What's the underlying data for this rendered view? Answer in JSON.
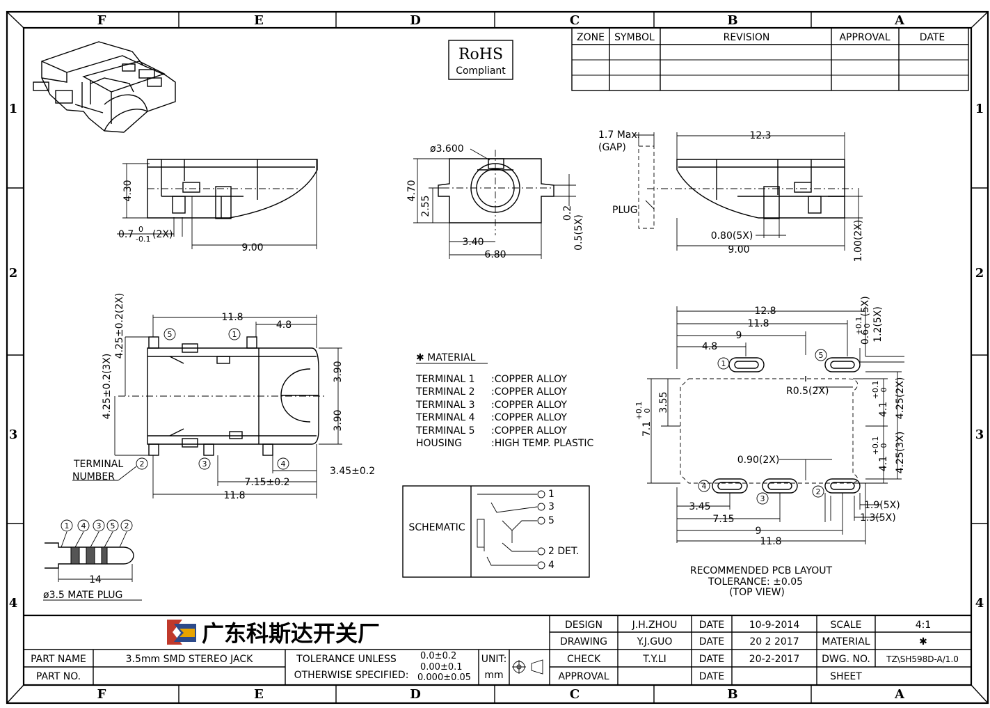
{
  "zones": {
    "columns": [
      "F",
      "E",
      "D",
      "C",
      "B",
      "A"
    ],
    "rows": [
      "1",
      "2",
      "3",
      "4"
    ]
  },
  "revision_table": {
    "headers": [
      "ZONE",
      "SYMBOL",
      "REVISION",
      "APPROVAL",
      "DATE"
    ]
  },
  "rohs": {
    "line1": "RoHS",
    "line2": "Compliant"
  },
  "side_view": {
    "height": "4.30",
    "tab": "0.7",
    "tab_tol_upper": "0",
    "tab_tol_lower": "-0.1",
    "tab_count": "(2X)",
    "length": "9.00"
  },
  "front_view": {
    "diameter": "ø3.600",
    "height": "4.70",
    "center_height": "2.55",
    "half_width": "3.40",
    "width": "6.80",
    "pin_thick": "0.2",
    "pin_pitch": "0.5(5X)"
  },
  "right_view": {
    "gap_label1": "1.7 Max.",
    "gap_label2": "(GAP)",
    "plug": "PLUG",
    "width": "12.3",
    "pin_width": "0.80(5X)",
    "length": "9.00",
    "pin_len": "1.00(2X)"
  },
  "top_view": {
    "width": "11.8",
    "offset": "4.8",
    "dim1": "4.25±0.2(2X)",
    "dim2": "4.25±0.2(3X)",
    "half_up": "3.90",
    "half_down": "3.90",
    "terminal_label1": "TERMINAL",
    "terminal_label2": "NUMBER",
    "dim_345": "3.45±0.2",
    "dim_715": "7.15±0.2",
    "bottom_width": "11.8"
  },
  "terminals": [
    "1",
    "2",
    "3",
    "4",
    "5"
  ],
  "plug": {
    "order": [
      "1",
      "4",
      "3",
      "5",
      "2"
    ],
    "length": "14",
    "caption": "ø3.5 MATE PLUG"
  },
  "material": {
    "title": "✱ MATERIAL",
    "rows": [
      {
        "part": "TERMINAL 1",
        "spec": ":COPPER ALLOY"
      },
      {
        "part": "TERMINAL 2",
        "spec": ":COPPER ALLOY"
      },
      {
        "part": "TERMINAL 3",
        "spec": ":COPPER ALLOY"
      },
      {
        "part": "TERMINAL 4",
        "spec": ":COPPER ALLOY"
      },
      {
        "part": "TERMINAL 5",
        "spec": ":COPPER ALLOY"
      },
      {
        "part": "HOUSING",
        "spec": ":HIGH TEMP. PLASTIC"
      }
    ]
  },
  "schematic": {
    "label": "SCHEMATIC",
    "pins": [
      "1",
      "3",
      "5",
      "2  DET.",
      "4"
    ]
  },
  "pcb": {
    "w128": "12.8",
    "w118": "11.8",
    "w9": "9",
    "w48": "4.8",
    "pad_w": "0.6",
    "pad_w_tol_u": "+0.1",
    "pad_w_tol_l": "0",
    "pad_w_count": "(5X)",
    "pad_pitch": "1.2(5X)",
    "radius": "R0.5(2X)",
    "h71": "7.1",
    "h71_tol_u": "+0.1",
    "h71_tol_l": "0",
    "h355": "3.55",
    "h41_top": "4.1",
    "h41_bot": "4.1",
    "tol_u": "+0.1",
    "tol_l": "0",
    "h425_top": "4.25(2X)",
    "h425_bot": "4.25(3X)",
    "slot": "0.90(2X)",
    "b345": "3.45",
    "b715": "7.15",
    "b9": "9",
    "b118": "11.8",
    "pad_l1": "1.9(5X)",
    "pad_l2": "1.3(5X)",
    "caption1": "RECOMMENDED PCB LAYOUT",
    "caption2": "TOLERANCE: ±0.05",
    "caption3": "(TOP VIEW)"
  },
  "title_block": {
    "company": "广东科斯达开关厂",
    "part_name_label": "PART NAME",
    "part_name": "3.5mm SMD STEREO JACK",
    "part_no_label": "PART NO.",
    "tol_label1": "TOLERANCE UNLESS",
    "tol_label2": "OTHERWISE SPECIFIED:",
    "tol1": "0.0±0.2",
    "tol2": "0.00±0.1",
    "tol3": "0.000±0.05",
    "unit_label": "UNIT:",
    "unit": "mm",
    "design_label": "DESIGN",
    "design_by": "J.H.ZHOU",
    "drawing_label": "DRAWING",
    "drawing_by": "Y.J.GUO",
    "check_label": "CHECK",
    "check_by": "T.Y.LI",
    "approval_label": "APPROVAL",
    "date_label": "DATE",
    "date1": "10-9-2014",
    "date2": "20  2  2017",
    "date3": "20-2-2017",
    "scale_label": "SCALE",
    "scale": "4:1",
    "material_label": "MATERIAL",
    "material": "✱",
    "dwg_label": "DWG. NO.",
    "dwg": "TZ\\SH598D-A/1.0",
    "sheet_label": "SHEET"
  }
}
